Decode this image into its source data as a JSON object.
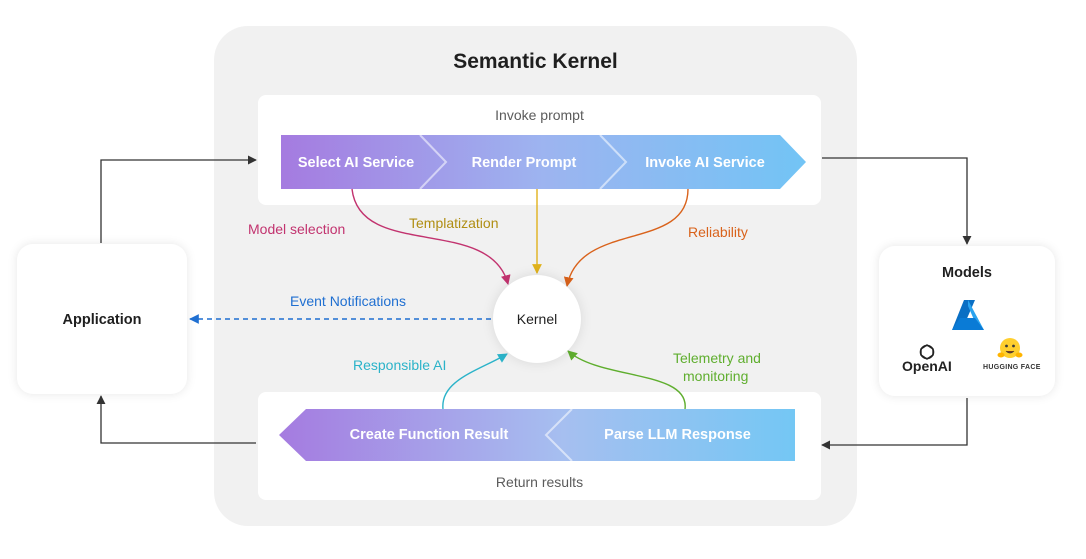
{
  "diagram": {
    "title": "Semantic Kernel",
    "invoke_section": {
      "caption": "Invoke prompt",
      "steps": [
        "Select AI Service",
        "Render Prompt",
        "Invoke AI Service"
      ]
    },
    "return_section": {
      "caption": "Return results",
      "steps": [
        "Create Function Result",
        "Parse LLM Response"
      ]
    },
    "kernel_label": "Kernel",
    "connectors": {
      "model_selection": "Model selection",
      "templatization": "Templatization",
      "reliability": "Reliability",
      "event_notifications": "Event Notifications",
      "responsible_ai": "Responsible AI",
      "telemetry_line1": "Telemetry and",
      "telemetry_line2": "monitoring"
    },
    "application": {
      "label": "Application"
    },
    "models": {
      "title": "Models",
      "openai_label": "OpenAI",
      "hugging_face_label": "HUGGING FACE"
    }
  },
  "colors": {
    "model_selection": "#c2336f",
    "templatization": "#c8a020",
    "reliability": "#d9621b",
    "event_notifications": "#1f6fd1",
    "responsible_ai": "#2bb3c9",
    "telemetry": "#5fae2e",
    "azure_blue": "#0a7bd6"
  }
}
